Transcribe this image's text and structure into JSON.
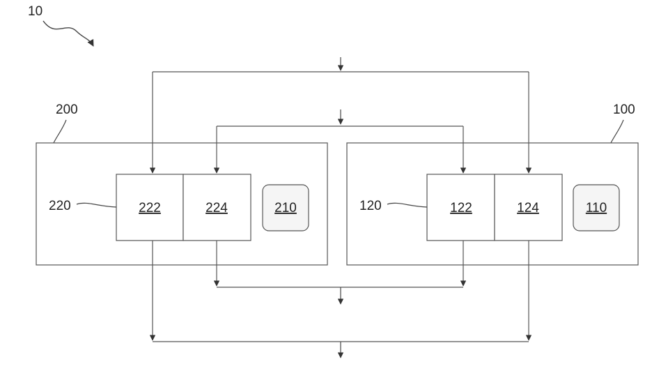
{
  "figure": {
    "ref": "10",
    "system_b": {
      "ref": "200",
      "group_ref": "220",
      "box_left": "222",
      "box_right": "224",
      "module": "210"
    },
    "system_a": {
      "ref": "100",
      "group_ref": "120",
      "box_left": "122",
      "box_right": "124",
      "module": "110"
    }
  },
  "colors": {
    "line": "#555555",
    "fill": "#ffffff",
    "rounded_fill": "#f5f5f5"
  }
}
